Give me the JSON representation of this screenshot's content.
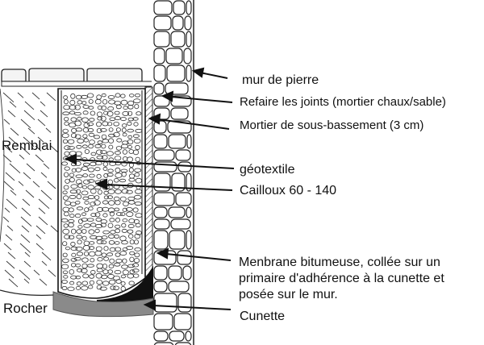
{
  "labels": {
    "mur_de_pierre": "mur de pierre",
    "refaire_joints": "Refaire les joints (mortier chaux/sable)",
    "mortier": "Mortier de sous-bassement (3 cm)",
    "remblai": "Remblai",
    "geotextile": "géotextile",
    "cailloux": "Cailloux 60 - 140",
    "membrane_line1": "Menbrane bitumeuse, collée sur un",
    "membrane_line2": "primaire d'adhérence à la cunette et",
    "membrane_line3": "posée sur le mur.",
    "rocher": "Rocher",
    "cunette": "Cunette"
  },
  "colors": {
    "ink": "#111111",
    "cunette_fill": "#8a8a8a",
    "membrane_fill": "#111111",
    "background": "#ffffff"
  }
}
